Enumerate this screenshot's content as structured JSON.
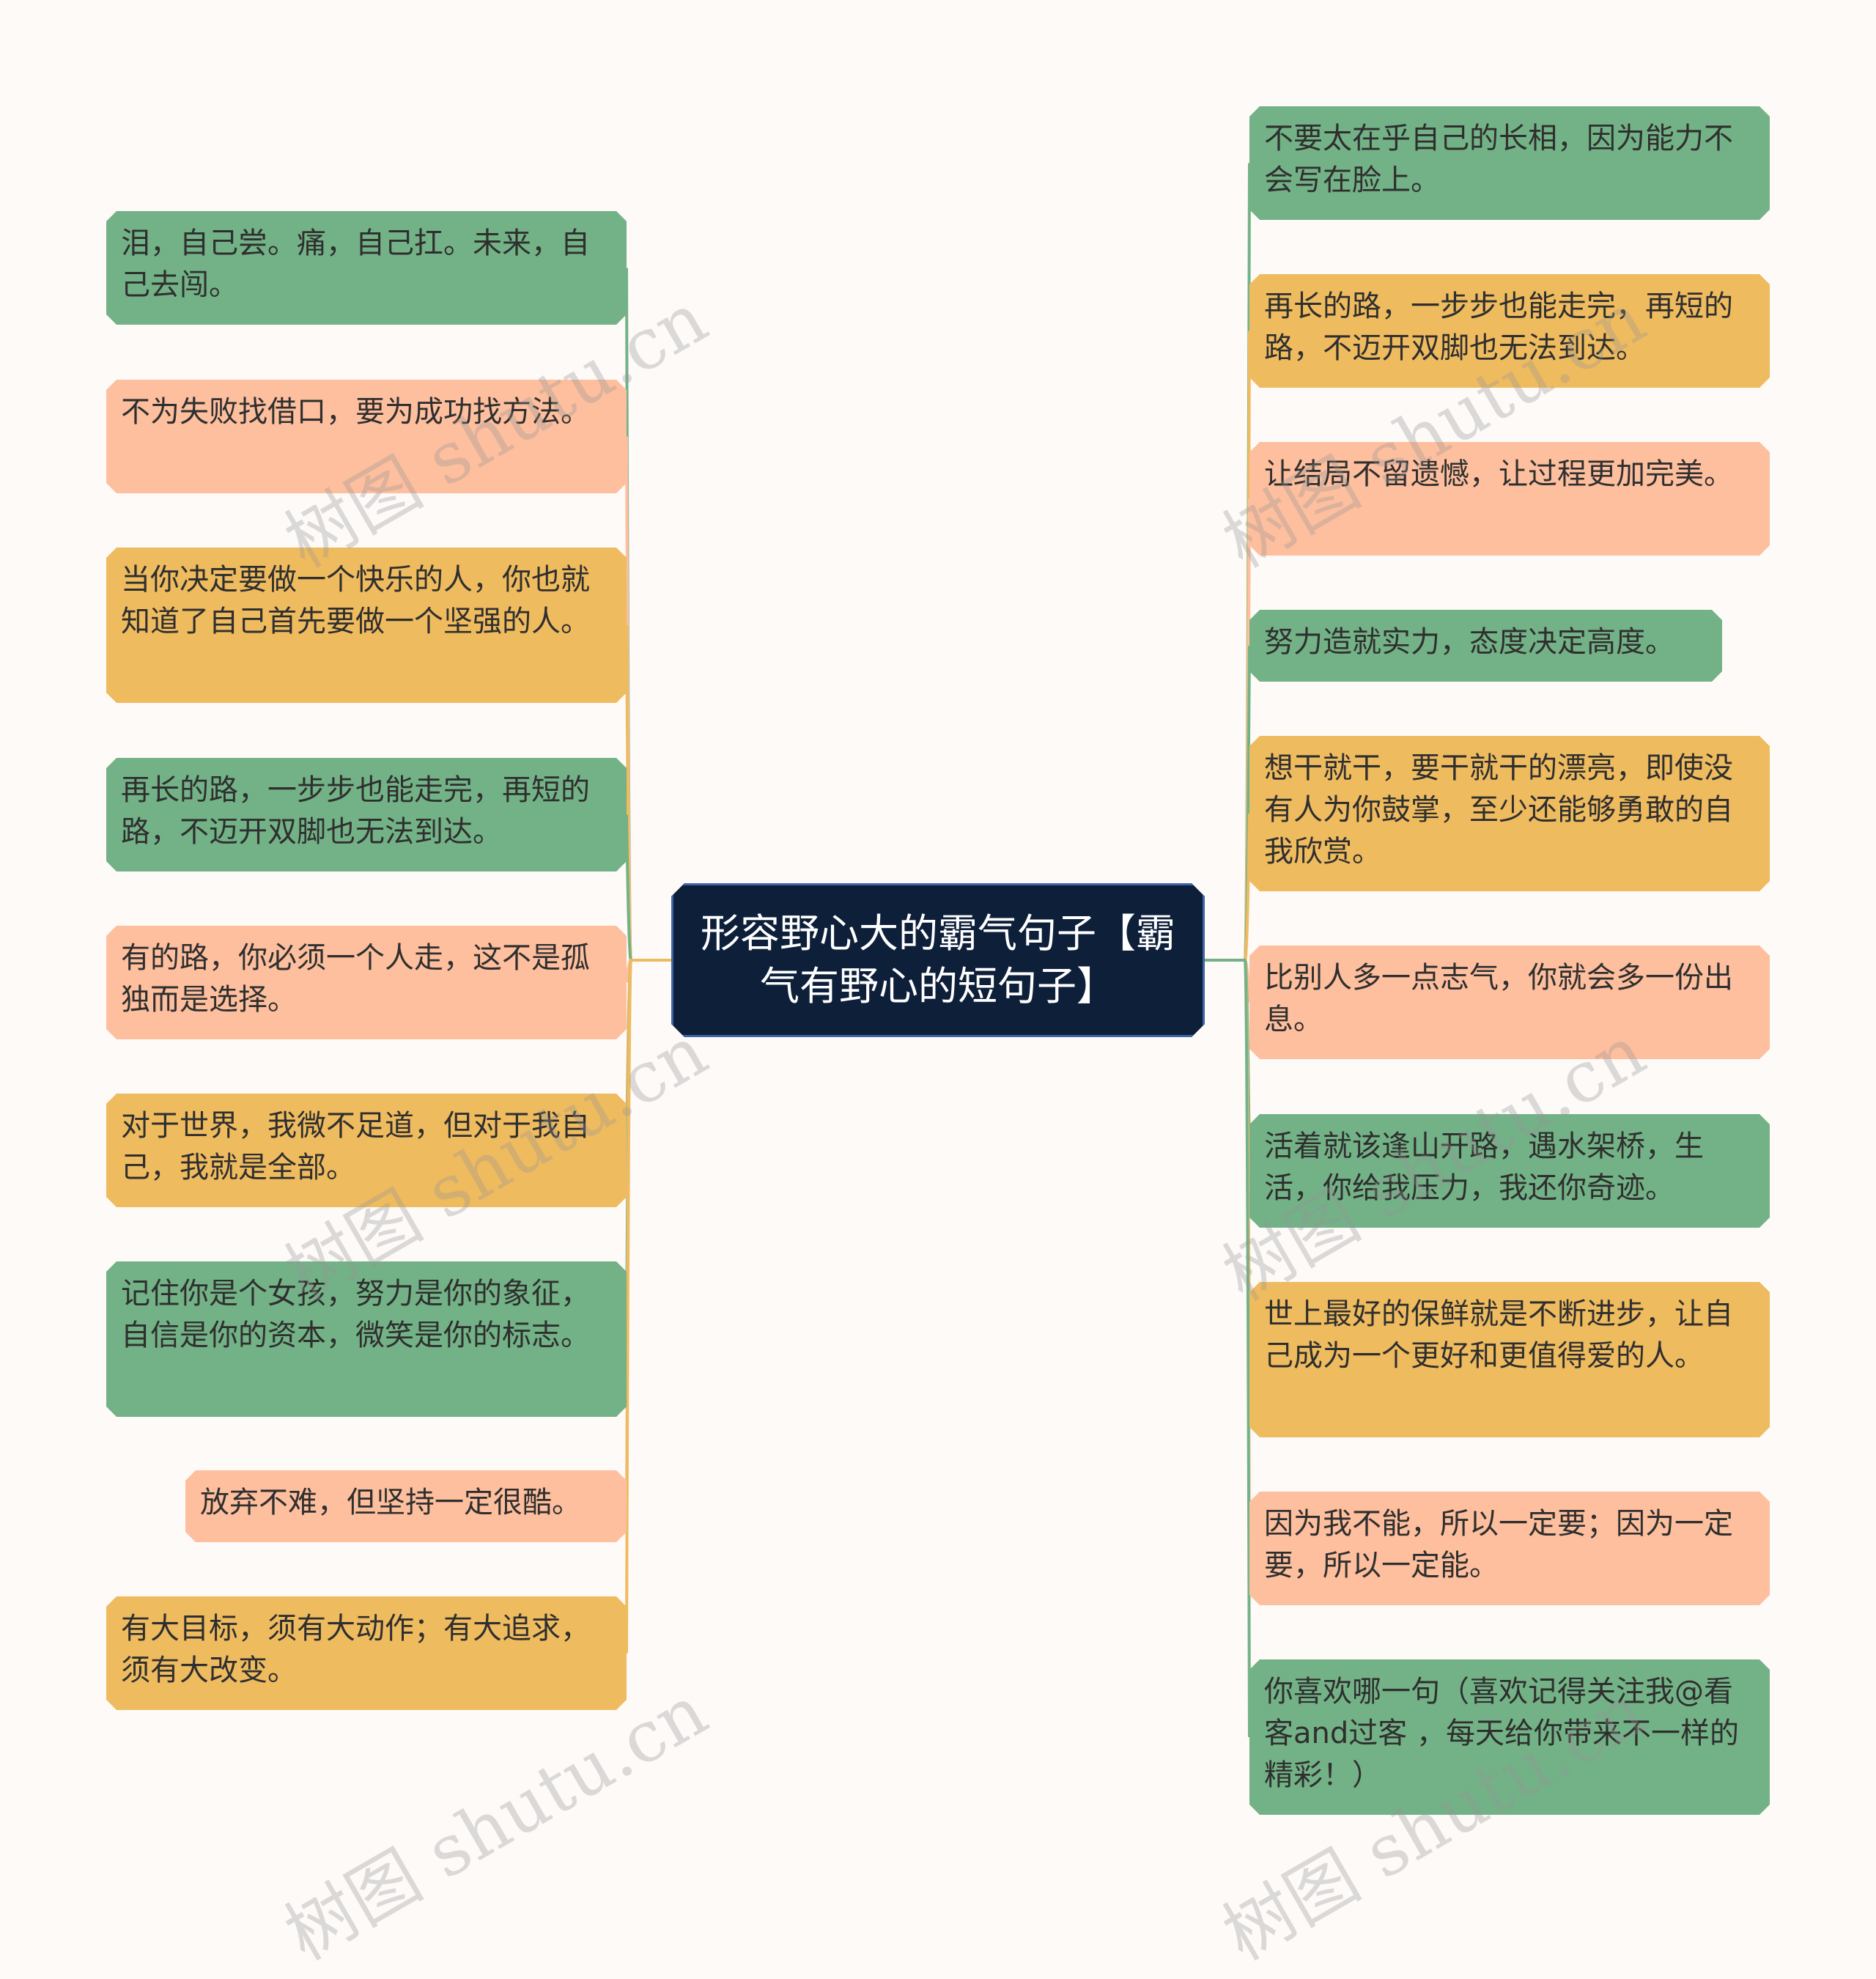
{
  "root": {
    "title": "形容野心大的霸气句子【霸气有野心的短句子】"
  },
  "watermark_text": "树图 shutu.cn",
  "colors": {
    "green": "#73b286",
    "orange": "#efbb5f",
    "peach": "#fdbf9e",
    "root_bg": "#0e1f3a",
    "root_border": "#3d63a8"
  },
  "left_nodes": [
    {
      "text": "泪，自己尝。痛，自己扛。未来，自己去闯。",
      "color": "green"
    },
    {
      "text": "不为失败找借口，要为成功找方法。",
      "color": "peach"
    },
    {
      "text": "当你决定要做一个快乐的人，你也就知道了自己首先要做一个坚强的人。",
      "color": "orange"
    },
    {
      "text": "再长的路，一步步也能走完，再短的路，不迈开双脚也无法到达。",
      "color": "green"
    },
    {
      "text": "有的路，你必须一个人走，这不是孤独而是选择。",
      "color": "peach"
    },
    {
      "text": "对于世界，我微不足道，但对于我自己，我就是全部。",
      "color": "orange"
    },
    {
      "text": "记住你是个女孩，努力是你的象征，自信是你的资本，微笑是你的标志。",
      "color": "green"
    },
    {
      "text": "放弃不难，但坚持一定很酷。",
      "color": "peach"
    },
    {
      "text": "有大目标，须有大动作；有大追求，须有大改变。",
      "color": "orange"
    }
  ],
  "right_nodes": [
    {
      "text": "不要太在乎自己的长相，因为能力不会写在脸上。",
      "color": "green"
    },
    {
      "text": "再长的路，一步步也能走完，再短的路，不迈开双脚也无法到达。",
      "color": "orange"
    },
    {
      "text": "让结局不留遗憾，让过程更加完美。",
      "color": "peach"
    },
    {
      "text": "努力造就实力，态度决定高度。",
      "color": "green"
    },
    {
      "text": "想干就干，要干就干的漂亮，即使没有人为你鼓掌，至少还能够勇敢的自我欣赏。",
      "color": "orange"
    },
    {
      "text": "比别人多一点志气，你就会多一份出息。",
      "color": "peach"
    },
    {
      "text": "活着就该逢山开路，遇水架桥，生活，你给我压力，我还你奇迹。",
      "color": "green"
    },
    {
      "text": "世上最好的保鲜就是不断进步，让自己成为一个更好和更值得爱的人。",
      "color": "orange"
    },
    {
      "text": "因为我不能，所以一定要；因为一定要，所以一定能。",
      "color": "peach"
    },
    {
      "text": "你喜欢哪一句（喜欢记得关注我@看客and过客 ，每天给你带来不一样的精彩！）",
      "color": "green"
    }
  ]
}
